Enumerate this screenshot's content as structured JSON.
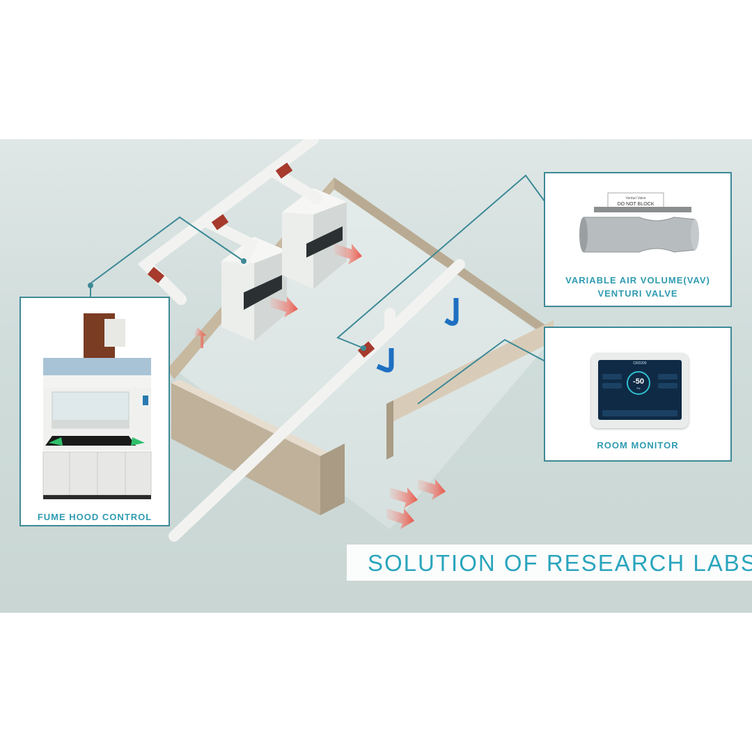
{
  "banner": {
    "title": "SOLUTION OF RESEARCH LABS"
  },
  "callouts": {
    "fume_hood": {
      "label": "FUME HOOD CONTROL"
    },
    "vav": {
      "label_line1": "VARIABLE AIR VOLUME(VAV)",
      "label_line2": "VENTURI VALVE",
      "tag_line1": "Venturi Valve",
      "tag_line2": "DO NOT BLOCK"
    },
    "room_monitor": {
      "label": "ROOM MONITOR",
      "screen_title": "CRD200",
      "pressure_value": "-50",
      "pressure_unit": "Pa"
    }
  },
  "colors": {
    "accent": "#2aa5bd",
    "callout_border": "#3d8996",
    "supply_arrow": "#e8574a",
    "exhaust_arrow": "#1e6fc2"
  }
}
